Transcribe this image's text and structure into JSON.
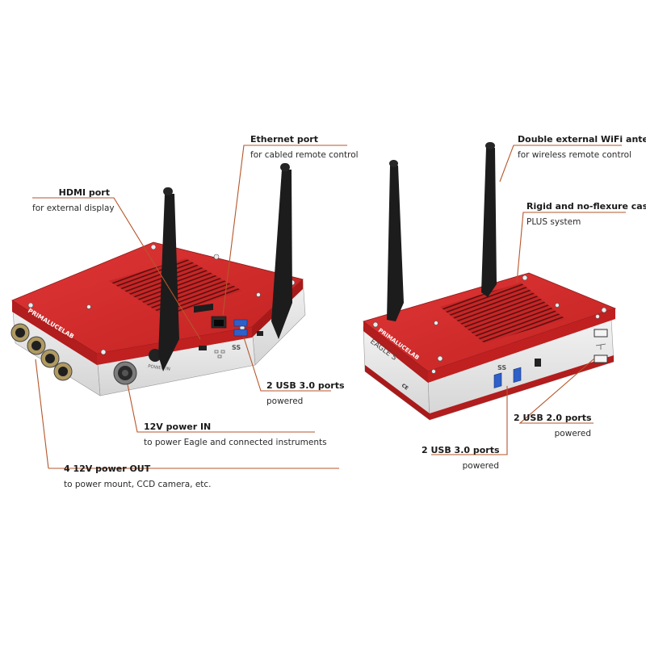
{
  "colors": {
    "case_red": "#d42a2a",
    "case_red_dark": "#a81e1e",
    "case_silver": "#e4e4e4",
    "antenna": "#1c1c1c",
    "leader_line": "#b5562a",
    "usb3_blue": "#2f5fc8"
  },
  "callouts": {
    "ethernet": {
      "title": "Ethernet port",
      "desc": "for cabled remote control"
    },
    "hdmi": {
      "title": "HDMI port",
      "desc": "for external display"
    },
    "usb3_left": {
      "title": "2 USB 3.0 ports",
      "desc": "powered"
    },
    "power_in": {
      "title": "12V power IN",
      "desc": "to  power Eagle and connected instruments"
    },
    "power_out": {
      "title": "4 12V power OUT",
      "desc": "to power mount, CCD camera, etc."
    },
    "wifi": {
      "title": "Double external WiFi antenna",
      "desc": "for wireless remote control"
    },
    "case": {
      "title": "Rigid and no-flexure case",
      "desc": "PLUS system"
    },
    "usb2": {
      "title": "2 USB 2.0 ports",
      "desc": "powered"
    },
    "usb3_right": {
      "title": "2 USB 3.0 ports",
      "desc": "powered"
    }
  },
  "device": {
    "brand": "PRIMALUCELAB",
    "model": "EAGLE S",
    "ss_logo": "SS",
    "power_in_label": "POWER IN",
    "ce_mark": "CE"
  },
  "icons": [
    "wifi-antenna-icon",
    "ethernet-icon",
    "usb3-icon",
    "usb2-icon",
    "hdmi-icon",
    "power-connector-icon"
  ]
}
